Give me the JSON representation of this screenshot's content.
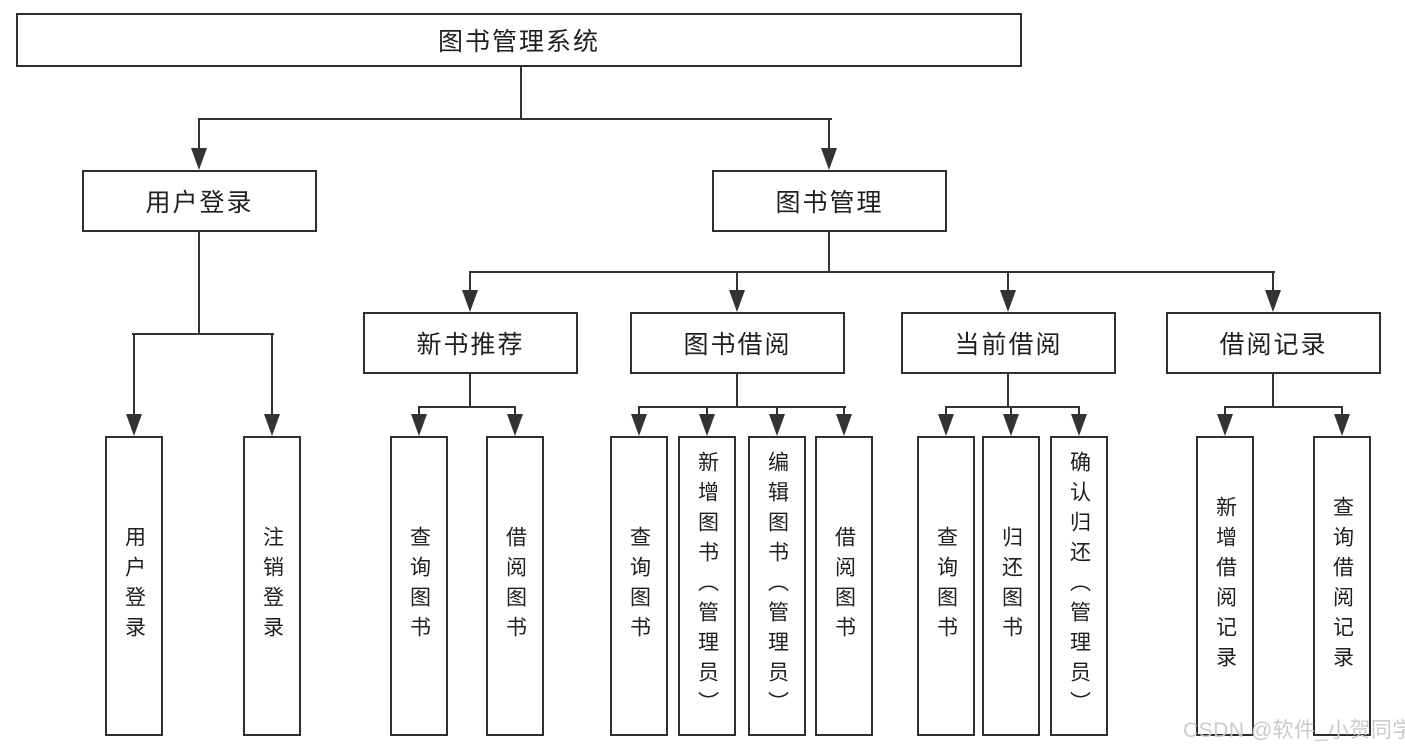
{
  "diagram": {
    "type": "hierarchy-tree",
    "root": {
      "label": "图书管理系统"
    },
    "level2": [
      {
        "label": "用户登录",
        "parent": "图书管理系统"
      },
      {
        "label": "图书管理",
        "parent": "图书管理系统"
      }
    ],
    "level3": [
      {
        "label": "新书推荐",
        "parent": "图书管理"
      },
      {
        "label": "图书借阅",
        "parent": "图书管理"
      },
      {
        "label": "当前借阅",
        "parent": "图书管理"
      },
      {
        "label": "借阅记录",
        "parent": "图书管理"
      }
    ],
    "leaves": [
      {
        "label": "用户登录",
        "parent": "用户登录"
      },
      {
        "label": "注销登录",
        "parent": "用户登录"
      },
      {
        "label": "查询图书",
        "parent": "新书推荐"
      },
      {
        "label": "借阅图书",
        "parent": "新书推荐"
      },
      {
        "label": "查询图书",
        "parent": "图书借阅"
      },
      {
        "label": "新增图书（管理员）",
        "parent": "图书借阅"
      },
      {
        "label": "编辑图书（管理员）",
        "parent": "图书借阅"
      },
      {
        "label": "借阅图书",
        "parent": "图书借阅"
      },
      {
        "label": "查询图书",
        "parent": "当前借阅"
      },
      {
        "label": "归还图书",
        "parent": "当前借阅"
      },
      {
        "label": "确认归还（管理员）",
        "parent": "当前借阅"
      },
      {
        "label": "新增借阅记录",
        "parent": "借阅记录"
      },
      {
        "label": "查询借阅记录",
        "parent": "借阅记录"
      }
    ],
    "colors": {
      "line": "#333333",
      "box_border": "#2e2e2e",
      "text": "#1f1f1f",
      "background": "#ffffff",
      "watermark_color": "#c8c8c8"
    },
    "watermark": "CSDN @软件_小贺同学"
  }
}
